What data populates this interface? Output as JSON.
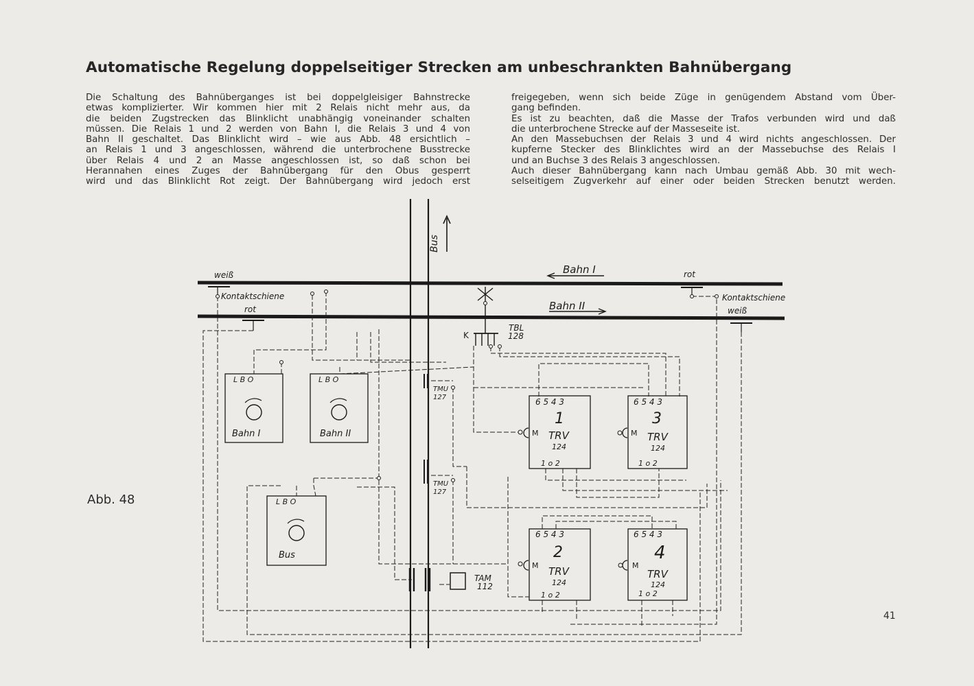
{
  "title": "Automatische Regelung doppelseitiger Strecken am unbeschrankten Bahnübergang",
  "left_column": [
    "Die Schaltung des Bahnüberganges ist bei doppelgleisiger Bahnstrecke",
    "etwas komplizierter. Wir kommen hier mit 2 Relais nicht mehr aus, da",
    "die beiden Zugstrecken das Blinklicht unabhängig voneinander schalten",
    "müssen. Die Relais 1 und 2 werden von Bahn I, die Relais 3 und 4 von",
    "Bahn II geschaltet. Das Blinklicht wird – wie aus Abb. 48 ersichtlich –",
    "an Relais 1 und 3 angeschlossen, während die unterbrochene Busstrecke",
    "über Relais 4 und 2 an Masse angeschlossen ist, so daß schon bei",
    "Herannahen eines Zuges der Bahnübergang für den Obus gesperrt",
    "wird und das Blinklicht Rot zeigt. Der Bahnübergang wird jedoch erst"
  ],
  "right_column": [
    {
      "text": "freigegeben, wenn sich beide Züge in genügendem Abstand vom Über-",
      "justify": true
    },
    {
      "text": "gang befinden.",
      "justify": false
    },
    {
      "text": "Es ist zu beachten, daß die Masse der Trafos verbunden wird und daß",
      "justify": true
    },
    {
      "text": "die unterbrochene Strecke auf der Masseseite ist.",
      "justify": false
    },
    {
      "text": "An den Massebuchsen der Relais 3 und 4 wird nichts angeschlossen. Der",
      "justify": true
    },
    {
      "text": "kupferne Stecker des Blinklichtes wird an der Massebuchse des Relais I",
      "justify": true
    },
    {
      "text": "und an Buchse 3 des Relais 3 angeschlossen.",
      "justify": false
    },
    {
      "text": "Auch dieser Bahnübergang kann nach Umbau gemäß Abb. 30 mit wech-",
      "justify": true
    },
    {
      "text": "selseitigem Zugverkehr auf einer oder beiden Strecken benutzt werden.",
      "justify": true
    }
  ],
  "figure": {
    "caption": "Abb. 48",
    "labels": {
      "bus_arrow": "Bus",
      "bahn1_track": "Bahn I",
      "bahn2_track": "Bahn II",
      "weiss_top_left": "weiß",
      "rot_top_right": "rot",
      "kontakt_left": "Kontaktschiene",
      "kontakt_right": "Kontaktschiene",
      "rot_left": "rot",
      "weiss_right": "weiß",
      "k_label": "K",
      "tbl_name": "TBL",
      "tbl_no": "128",
      "tmu_name": "TMU",
      "tmu_no": "127",
      "tam_name": "TAM",
      "tam_no": "112"
    },
    "transformers": [
      {
        "name": "Bahn I",
        "terminals": "L  B  O"
      },
      {
        "name": "Bahn II",
        "terminals": "L  B  O"
      },
      {
        "name": "Bus",
        "terminals": "L  B  O"
      }
    ],
    "relays": [
      {
        "number": "1",
        "type": "TRV",
        "model": "124",
        "top_pins": "6 5 4 3",
        "bottom_pins": "1  o  2",
        "m": "M"
      },
      {
        "number": "3",
        "type": "TRV",
        "model": "124",
        "top_pins": "6 5 4 3",
        "bottom_pins": "1  o  2",
        "m": "M"
      },
      {
        "number": "2",
        "type": "TRV",
        "model": "124",
        "top_pins": "6 5 4 3",
        "bottom_pins": "1  o  2",
        "m": "M"
      },
      {
        "number": "4",
        "type": "TRV",
        "model": "124",
        "top_pins": "6 5 4 3",
        "bottom_pins": "1  o  2",
        "m": "M"
      }
    ]
  },
  "page_number": "41"
}
